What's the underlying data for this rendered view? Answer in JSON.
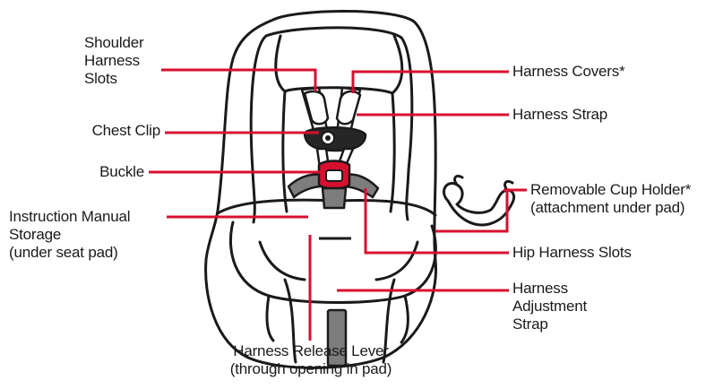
{
  "diagram": {
    "accent_color": "#d7102f",
    "outline_color": "#1a1a1a",
    "labels": {
      "shoulder_harness_slots": [
        "Shoulder",
        "Harness",
        "Slots"
      ],
      "chest_clip": "Chest Clip",
      "buckle": "Buckle",
      "instruction_manual_storage": [
        "Instruction Manual",
        "Storage",
        "(under seat pad)"
      ],
      "harness_covers": "Harness Covers*",
      "harness_strap": "Harness Strap",
      "removable_cup_holder": [
        "Removable Cup Holder*",
        "(attachment under pad)"
      ],
      "hip_harness_slots": "Hip Harness Slots",
      "harness_adjustment_strap": [
        "Harness",
        "Adjustment",
        "Strap"
      ],
      "harness_release_lever": [
        "Harness Release Lever",
        "(through opening in pad)"
      ]
    }
  }
}
